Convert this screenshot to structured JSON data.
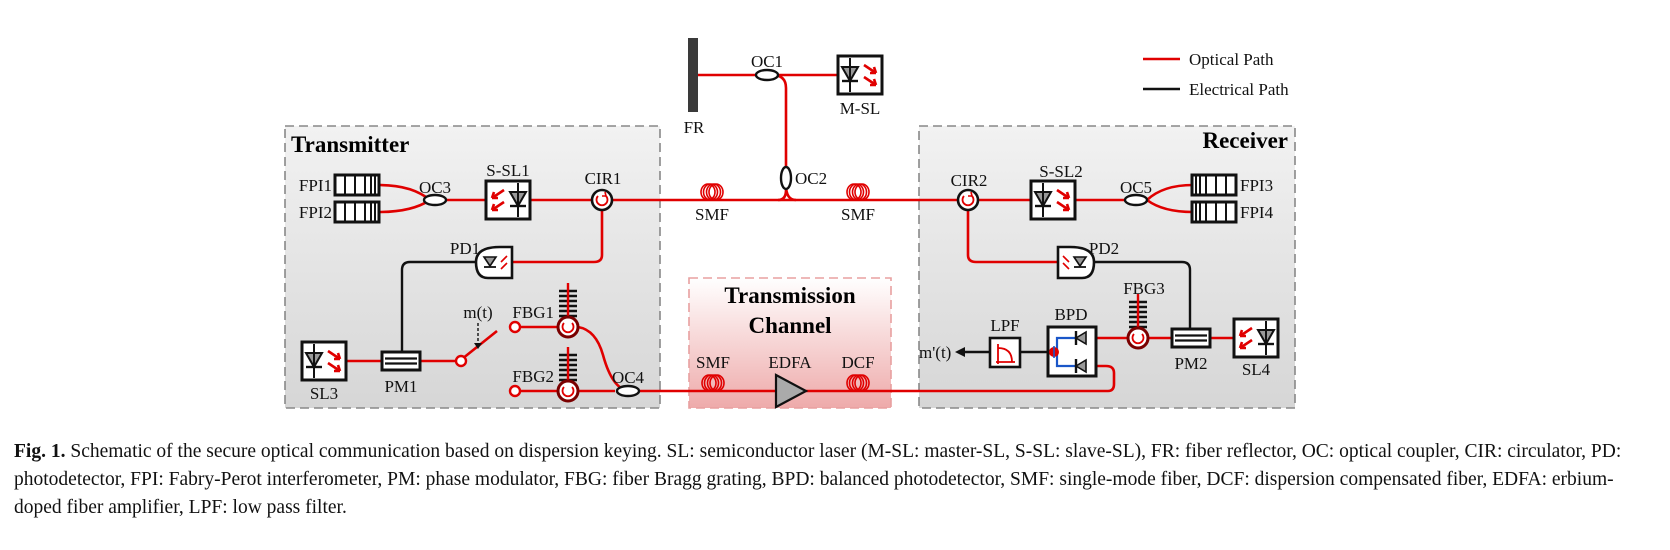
{
  "legend": {
    "optical": {
      "label": "Optical Path",
      "color": "#e00000"
    },
    "electrical": {
      "label": "Electrical Path",
      "color": "#111111"
    }
  },
  "blocks": {
    "transmitter": "Transmitter",
    "receiver": "Receiver",
    "channel_line1": "Transmission",
    "channel_line2": "Channel"
  },
  "labels": {
    "fr": "FR",
    "oc1": "OC1",
    "msl": "M-SL",
    "oc2": "OC2",
    "smf_left": "SMF",
    "smf_right": "SMF",
    "fpi1": "FPI1",
    "fpi2": "FPI2",
    "oc3": "OC3",
    "ssl1": "S-SL1",
    "cir1": "CIR1",
    "pd1": "PD1",
    "mt": "m(t)",
    "fbg1": "FBG1",
    "fbg2": "FBG2",
    "oc4": "OC4",
    "sl3": "SL3",
    "pm1": "PM1",
    "ch_smf": "SMF",
    "edfa": "EDFA",
    "dcf": "DCF",
    "cir2": "CIR2",
    "ssl2": "S-SL2",
    "oc5": "OC5",
    "fpi3": "FPI3",
    "fpi4": "FPI4",
    "pd2": "PD2",
    "fbg3": "FBG3",
    "bpd": "BPD",
    "lpf": "LPF",
    "mprime": "m'(t)",
    "pm2": "PM2",
    "sl4": "SL4"
  },
  "caption": {
    "fig": "Fig. 1.",
    "text": "Schematic of the secure optical communication based on dispersion keying. SL: semiconductor laser (M-SL: master-SL, S-SL: slave-SL), FR: fiber reflector, OC: optical coupler, CIR: circulator, PD: photodetector, FPI: Fabry-Perot interferometer, PM: phase modulator, FBG: fiber Bragg grating, BPD: balanced photodetector, SMF: single-mode fiber, DCF: dispersion compensated fiber, EDFA: erbium-doped fiber amplifier, LPF: low pass filter."
  }
}
